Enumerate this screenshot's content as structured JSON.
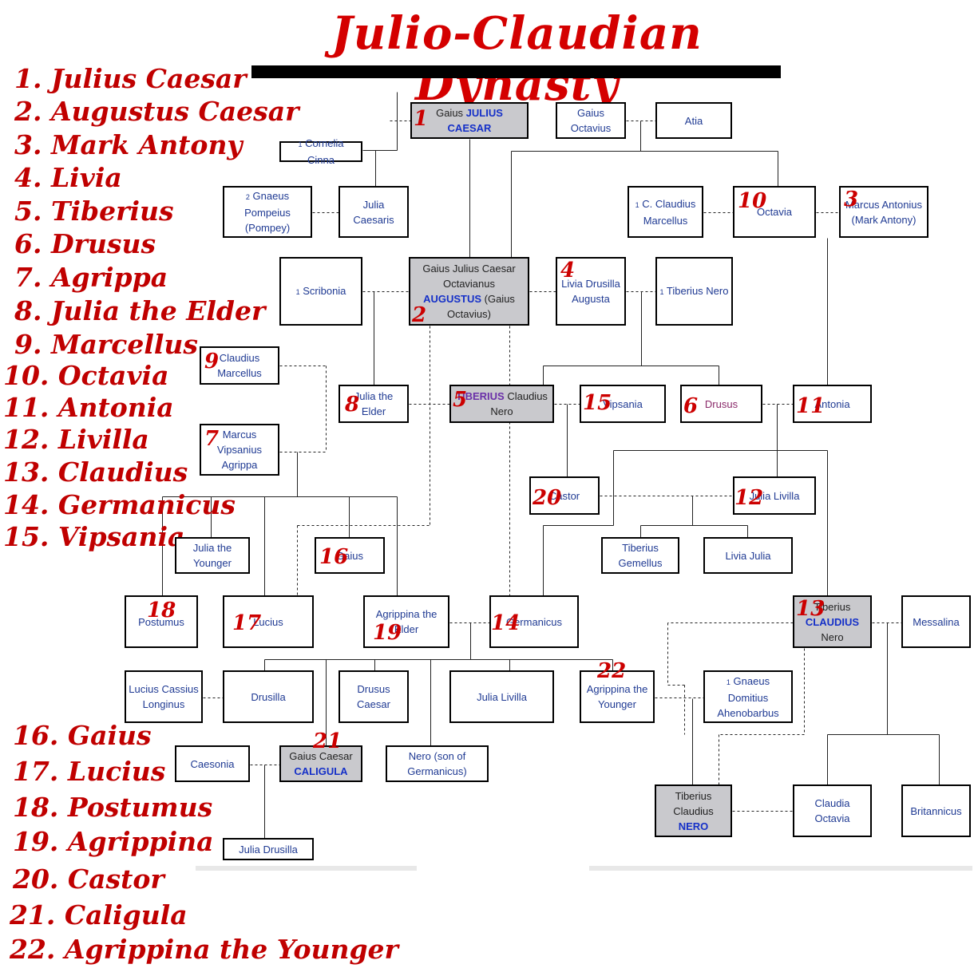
{
  "title": "Julio-Claudian Dynasty",
  "legend_top": [
    "1. Julius Caesar",
    "2. Augustus Caesar",
    "3. Mark Antony",
    "4. Livia",
    "5. Tiberius",
    "6. Drusus",
    "7. Agrippa",
    "8. Julia the Elder",
    "9. Marcellus",
    "10. Octavia",
    "11. Antonia",
    "12. Livilla",
    "13. Claudius",
    "14. Germanicus",
    "15. Vipsania"
  ],
  "legend_bottom": [
    "16. Gaius",
    "17. Lucius",
    "18. Postumus",
    "19. Agrippina",
    "20. Castor",
    "21. Caligula",
    "22. Agrippina the Younger"
  ],
  "nodes": {
    "julius_caesar": {
      "num": "1",
      "pre": "Gaius",
      "highlight": "JULIUS CAESAR",
      "post": ""
    },
    "gaius_octavius": {
      "label": "Gaius Octavius"
    },
    "atia": {
      "label": "Atia"
    },
    "cornelia_cinna": {
      "marker": "1",
      "label": "Cornelia Cinna"
    },
    "pompey": {
      "marker": "2",
      "label": "Gnaeus Pompeius (Pompey)"
    },
    "julia_caesaris": {
      "label": "Julia Caesaris"
    },
    "marcellus_c": {
      "marker": "1",
      "label": "C. Claudius Marcellus"
    },
    "octavia": {
      "num": "10",
      "label": "Octavia"
    },
    "mark_antony": {
      "num": "3",
      "label": "Marcus Antonius (Mark Antony)"
    },
    "scribonia": {
      "marker": "1",
      "label": "Scribonia"
    },
    "augustus": {
      "num": "2",
      "pre": "Gaius Julius Caesar Octavianus",
      "highlight": "AUGUSTUS",
      "post": "(Gaius Octavius)"
    },
    "livia": {
      "num": "4",
      "label": "Livia Drusilla Augusta"
    },
    "tiberius_nero": {
      "marker": "1",
      "label": "Tiberius Nero"
    },
    "claudius_marcellus": {
      "num": "9",
      "label": "Claudius Marcellus"
    },
    "julia_elder": {
      "num": "8",
      "label": "Julia the Elder"
    },
    "tiberius": {
      "num": "5",
      "pre": "",
      "highlight": "TIBERIUS",
      "post": "Claudius Nero"
    },
    "vipsania": {
      "num": "15",
      "label": "Vipsania"
    },
    "drusus": {
      "num": "6",
      "label": "Drusus"
    },
    "antonia": {
      "num": "11",
      "label": "Antonia"
    },
    "agrippa": {
      "num": "7",
      "label": "Marcus Vipsanius Agrippa"
    },
    "castor": {
      "num": "20",
      "label": "Castor"
    },
    "julia_livilla_12": {
      "num": "12",
      "label": "Julia Livilla"
    },
    "julia_younger": {
      "label": "Julia the Younger"
    },
    "gaius_16": {
      "num": "16",
      "label": "Gaius"
    },
    "tiberius_gemellus": {
      "label": "Tiberius Gemellus"
    },
    "livia_julia": {
      "label": "Livia Julia"
    },
    "postumus": {
      "num": "18",
      "label": "Postumus"
    },
    "lucius": {
      "num": "17",
      "label": "Lucius"
    },
    "agrippina_elder": {
      "num": "19",
      "label": "Agrippina the Elder"
    },
    "germanicus": {
      "num": "14",
      "label": "Germanicus"
    },
    "claudius": {
      "num": "13",
      "pre": "Tiberius",
      "highlight": "CLAUDIUS",
      "post": "Nero"
    },
    "messalina": {
      "label": "Messalina"
    },
    "lucius_cassius": {
      "label": "Lucius Cassius Longinus"
    },
    "drusilla": {
      "label": "Drusilla"
    },
    "drusus_caesar": {
      "label": "Drusus Caesar"
    },
    "julia_livilla": {
      "label": "Julia Livilla"
    },
    "agrippina_younger": {
      "num": "22",
      "label": "Agrippina the Younger"
    },
    "domitius": {
      "marker": "1",
      "label": "Gnaeus Domitius Ahenobarbus"
    },
    "caesonia": {
      "label": "Caesonia"
    },
    "caligula": {
      "num": "21",
      "pre": "Gaius Caesar",
      "highlight": "CALIGULA",
      "post": ""
    },
    "nero_son": {
      "label": "Nero (son of Germanicus)"
    },
    "nero": {
      "pre": "Tiberius Claudius",
      "highlight": "NERO",
      "post": ""
    },
    "claudia_octavia": {
      "label": "Claudia Octavia"
    },
    "britannicus": {
      "label": "Britannicus"
    },
    "julia_drusilla": {
      "label": "Julia Drusilla"
    }
  }
}
